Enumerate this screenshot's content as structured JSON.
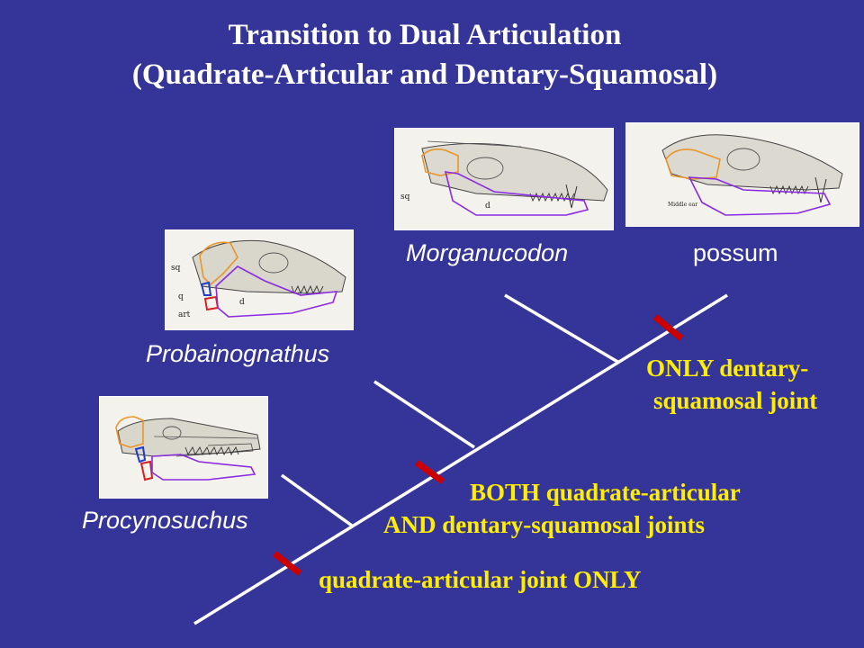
{
  "colors": {
    "background": "#343499",
    "title_text": "#ffffff",
    "taxon_text": "#ffffff",
    "note_text": "#ffee00",
    "tree_line": "#ffffff",
    "trait_marker": "#cc0000",
    "squamosal_outline": "#e8962a",
    "dentary_outline": "#8a2be2",
    "quadrate_outline": "#1e3cc8",
    "articular_outline": "#d42020"
  },
  "title": {
    "line1": "Transition to Dual Articulation",
    "line2": "(Quadrate-Articular and Dentary-Squamosal)"
  },
  "taxa": {
    "procynosuchus": "Procynosuchus",
    "probainognathus": "Probainognathus",
    "morganucodon": "Morganucodon",
    "possum": "possum"
  },
  "image_labels": {
    "probainognathus": [
      "sq",
      "q",
      "art",
      "d"
    ],
    "morganucodon": [
      "sq",
      "d"
    ],
    "possum": [
      "Middle ear"
    ]
  },
  "notes": {
    "qa_only": "quadrate-articular joint ONLY",
    "both_line1": "BOTH quadrate-articular",
    "both_line2": "AND dentary-squamosal joints",
    "ds_only_line1": "ONLY dentary-",
    "ds_only_line2": "squamosal joint"
  }
}
